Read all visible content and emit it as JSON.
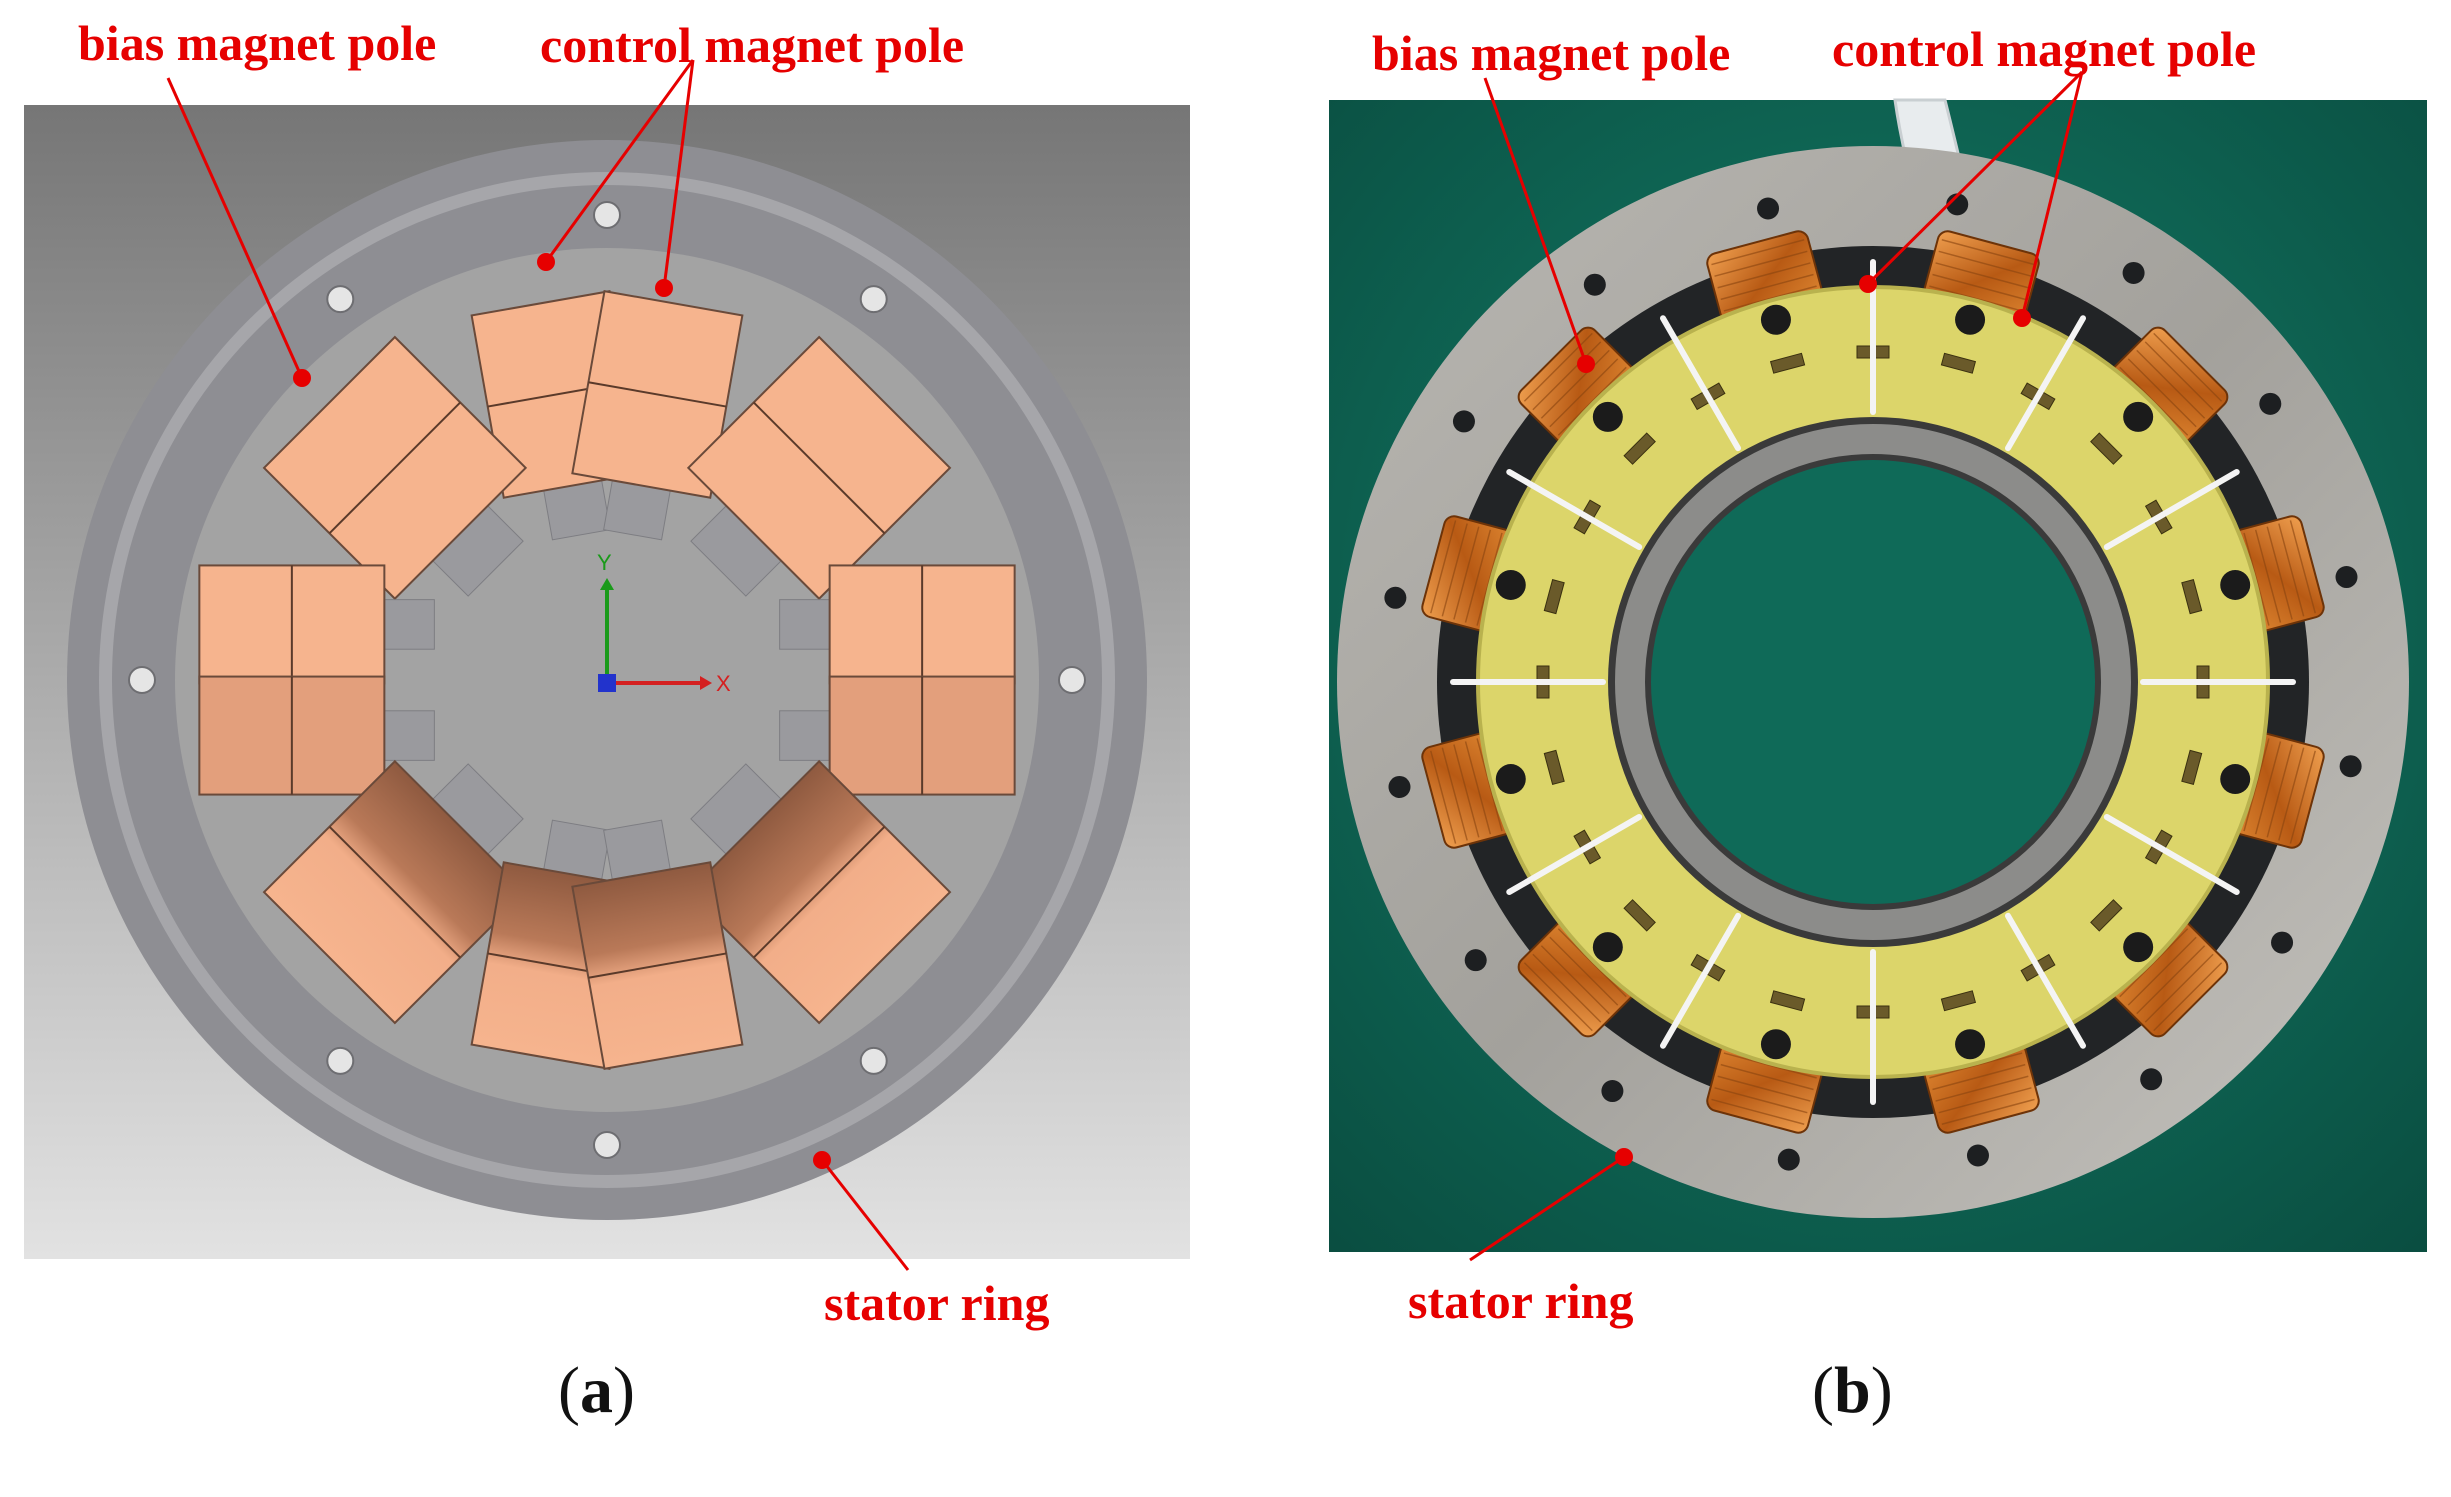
{
  "panels": [
    {
      "id": "a",
      "caption": {
        "open": "(",
        "letter": "a",
        "close": ")"
      },
      "labels": {
        "bias": "bias magnet pole",
        "control": "control magnet pole",
        "stator": "stator ring"
      },
      "axis": {
        "x": "X",
        "y": "Y"
      }
    },
    {
      "id": "b",
      "caption": {
        "open": "(",
        "letter": "b",
        "close": ")"
      },
      "labels": {
        "bias": "bias magnet pole",
        "control": "control magnet pole",
        "stator": "stator ring"
      }
    }
  ],
  "colors": {
    "annotation": "#e60000",
    "pole_light": "#f6b48e",
    "pole_dark": "#a0654a",
    "stator_gray": "#8e8e93",
    "photo_bg": "#0f6a58",
    "pcb_yellow": "#dcd56a",
    "coil_copper": "#d0711f"
  }
}
